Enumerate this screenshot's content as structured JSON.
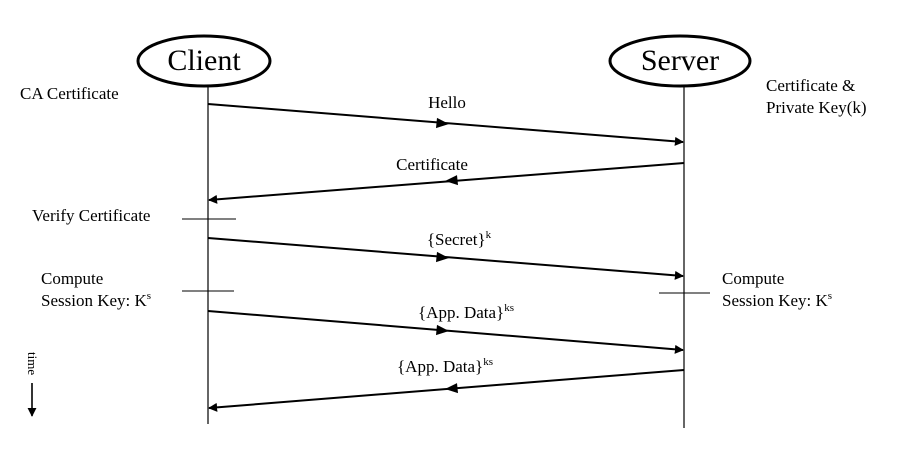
{
  "actors": {
    "client": {
      "name": "Client"
    },
    "server": {
      "name": "Server"
    }
  },
  "notes": {
    "client_top": "CA Certificate",
    "server_top_line1": "Certificate &",
    "server_top_line2": "Private Key(k)",
    "verify": "Verify Certificate",
    "client_compute_line1": "Compute",
    "client_compute_line2": "Session Key: K",
    "server_compute_line1": "Compute",
    "server_compute_line2": "Session Key: K",
    "key_sup": "s"
  },
  "messages": [
    {
      "label": "Hello",
      "sup": "",
      "from": "client",
      "to": "server"
    },
    {
      "label": "Certificate",
      "sup": "",
      "from": "server",
      "to": "client"
    },
    {
      "label": "{Secret}",
      "sup": "k",
      "from": "client",
      "to": "server"
    },
    {
      "label": "{App. Data}",
      "sup": "ks",
      "from": "client",
      "to": "server"
    },
    {
      "label": "{App. Data}",
      "sup": "ks",
      "from": "server",
      "to": "client"
    }
  ],
  "time_axis": {
    "label": "time"
  }
}
